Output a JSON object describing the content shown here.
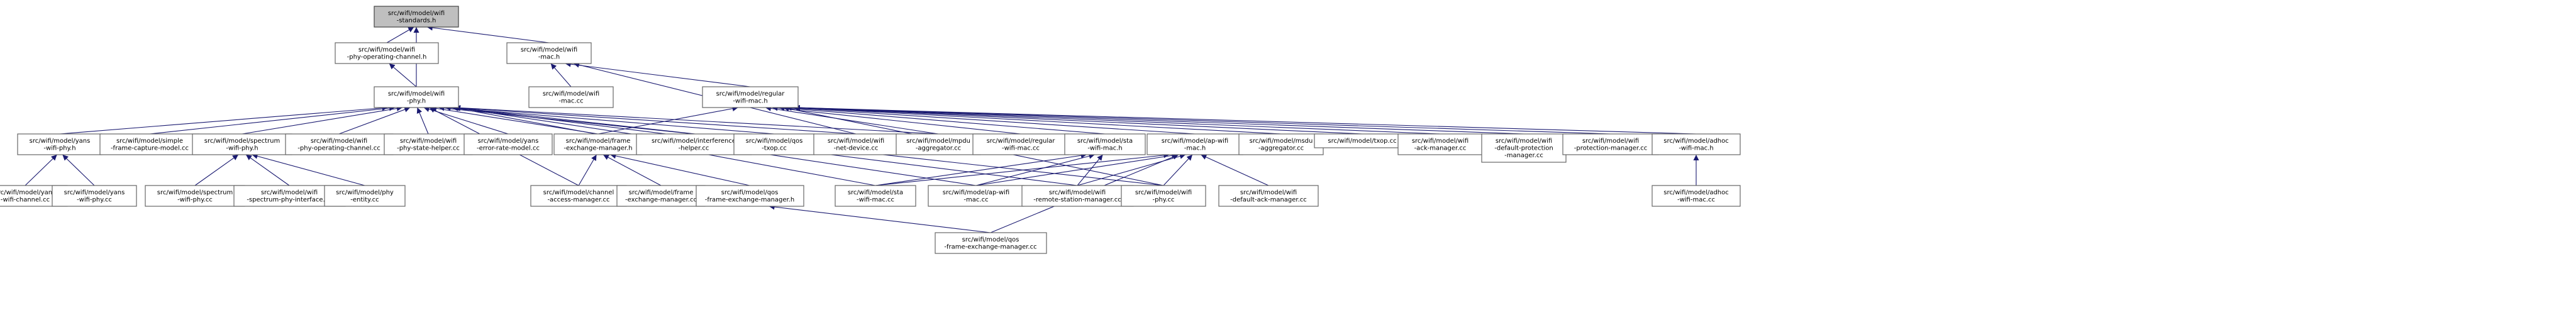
{
  "diagram": {
    "nodes": [
      {
        "id": "standards",
        "lines": [
          "src/wifi/model/wifi",
          "-standards.h"
        ],
        "root": true
      },
      {
        "id": "phy_op_ch_h",
        "lines": [
          "src/wifi/model/wifi",
          "-phy-operating-channel.h"
        ]
      },
      {
        "id": "wifi_mac_h",
        "lines": [
          "src/wifi/model/wifi",
          "-mac.h"
        ]
      },
      {
        "id": "wifi_phy_h",
        "lines": [
          "src/wifi/model/wifi",
          "-phy.h"
        ]
      },
      {
        "id": "wifi_mac_cc",
        "lines": [
          "src/wifi/model/wifi",
          "-mac.cc"
        ]
      },
      {
        "id": "regular_h",
        "lines": [
          "src/wifi/model/regular",
          "-wifi-mac.h"
        ]
      },
      {
        "id": "yans_h",
        "lines": [
          "src/wifi/model/yans",
          "-wifi-phy.h"
        ]
      },
      {
        "id": "simple_cc",
        "lines": [
          "src/wifi/model/simple",
          "-frame-capture-model.cc"
        ]
      },
      {
        "id": "spectrum_h",
        "lines": [
          "src/wifi/model/spectrum",
          "-wifi-phy.h"
        ]
      },
      {
        "id": "phy_op_ch_cc",
        "lines": [
          "src/wifi/model/wifi",
          "-phy-operating-channel.cc"
        ]
      },
      {
        "id": "phy_state_cc",
        "lines": [
          "src/wifi/model/wifi",
          "-phy-state-helper.cc"
        ]
      },
      {
        "id": "yans_err_cc",
        "lines": [
          "src/wifi/model/yans",
          "-error-rate-model.cc"
        ]
      },
      {
        "id": "fem_h",
        "lines": [
          "src/wifi/model/frame",
          "-exchange-manager.h"
        ]
      },
      {
        "id": "interf_cc",
        "lines": [
          "src/wifi/model/interference",
          "-helper.cc"
        ]
      },
      {
        "id": "qos_txop_cc",
        "lines": [
          "src/wifi/model/qos",
          "-txop.cc"
        ]
      },
      {
        "id": "net_dev_cc",
        "lines": [
          "src/wifi/model/wifi",
          "-net-device.cc"
        ]
      },
      {
        "id": "mpdu_agg_cc",
        "lines": [
          "src/wifi/model/mpdu",
          "-aggregator.cc"
        ]
      },
      {
        "id": "regular_cc",
        "lines": [
          "src/wifi/model/regular",
          "-wifi-mac.cc"
        ]
      },
      {
        "id": "sta_h",
        "lines": [
          "src/wifi/model/sta",
          "-wifi-mac.h"
        ]
      },
      {
        "id": "ap_h",
        "lines": [
          "src/wifi/model/ap-wifi",
          "-mac.h"
        ]
      },
      {
        "id": "msdu_agg_cc",
        "lines": [
          "src/wifi/model/msdu",
          "-aggregator.cc"
        ]
      },
      {
        "id": "txop_cc",
        "lines": [
          "src/wifi/model/txop.cc"
        ]
      },
      {
        "id": "ack_mgr_cc",
        "lines": [
          "src/wifi/model/wifi",
          "-ack-manager.cc"
        ]
      },
      {
        "id": "def_prot_cc",
        "lines": [
          "src/wifi/model/wifi",
          "-default-protection",
          "-manager.cc"
        ]
      },
      {
        "id": "prot_mgr_cc",
        "lines": [
          "src/wifi/model/wifi",
          "-protection-manager.cc"
        ]
      },
      {
        "id": "adhoc_h",
        "lines": [
          "src/wifi/model/adhoc",
          "-wifi-mac.h"
        ]
      },
      {
        "id": "yans_ch_cc",
        "lines": [
          "src/wifi/model/yans",
          "-wifi-channel.cc"
        ]
      },
      {
        "id": "yans_phy_cc",
        "lines": [
          "src/wifi/model/yans",
          "-wifi-phy.cc"
        ]
      },
      {
        "id": "spectrum_cc",
        "lines": [
          "src/wifi/model/spectrum",
          "-wifi-phy.cc"
        ]
      },
      {
        "id": "spectrum_if_cc",
        "lines": [
          "src/wifi/model/wifi",
          "-spectrum-phy-interface.cc"
        ]
      },
      {
        "id": "phy_entity_cc",
        "lines": [
          "src/wifi/model/phy",
          "-entity.cc"
        ]
      },
      {
        "id": "ch_access_cc",
        "lines": [
          "src/wifi/model/channel",
          "-access-manager.cc"
        ]
      },
      {
        "id": "fem_cc",
        "lines": [
          "src/wifi/model/frame",
          "-exchange-manager.cc"
        ]
      },
      {
        "id": "qos_fem_h",
        "lines": [
          "src/wifi/model/qos",
          "-frame-exchange-manager.h"
        ]
      },
      {
        "id": "sta_cc",
        "lines": [
          "src/wifi/model/sta",
          "-wifi-mac.cc"
        ]
      },
      {
        "id": "ap_cc",
        "lines": [
          "src/wifi/model/ap-wifi",
          "-mac.cc"
        ]
      },
      {
        "id": "rsm_cc",
        "lines": [
          "src/wifi/model/wifi",
          "-remote-station-manager.cc"
        ]
      },
      {
        "id": "wifi_phy_cc",
        "lines": [
          "src/wifi/model/wifi",
          "-phy.cc"
        ]
      },
      {
        "id": "def_ack_cc",
        "lines": [
          "src/wifi/model/wifi",
          "-default-ack-manager.cc"
        ]
      },
      {
        "id": "adhoc_cc",
        "lines": [
          "src/wifi/model/adhoc",
          "-wifi-mac.cc"
        ]
      },
      {
        "id": "qos_fem_cc",
        "lines": [
          "src/wifi/model/qos",
          "-frame-exchange-manager.cc"
        ]
      }
    ],
    "edges": [
      [
        "standards",
        "phy_op_ch_h"
      ],
      [
        "standards",
        "wifi_phy_h"
      ],
      [
        "standards",
        "wifi_mac_h"
      ],
      [
        "phy_op_ch_h",
        "wifi_phy_h"
      ],
      [
        "wifi_mac_h",
        "net_dev_cc"
      ],
      [
        "wifi_mac_h",
        "wifi_mac_cc"
      ],
      [
        "wifi_mac_h",
        "regular_h"
      ],
      [
        "wifi_phy_h",
        "yans_h"
      ],
      [
        "wifi_phy_h",
        "simple_cc"
      ],
      [
        "wifi_phy_h",
        "spectrum_h"
      ],
      [
        "wifi_phy_h",
        "phy_op_ch_cc"
      ],
      [
        "wifi_phy_h",
        "phy_state_cc"
      ],
      [
        "wifi_phy_h",
        "yans_err_cc"
      ],
      [
        "wifi_phy_h",
        "fem_h"
      ],
      [
        "wifi_phy_h",
        "interf_cc"
      ],
      [
        "wifi_phy_h",
        "qos_txop_cc"
      ],
      [
        "wifi_phy_h",
        "net_dev_cc"
      ],
      [
        "wifi_phy_h",
        "mpdu_agg_cc"
      ],
      [
        "wifi_phy_h",
        "ch_access_cc"
      ],
      [
        "wifi_phy_h",
        "sta_cc"
      ],
      [
        "wifi_phy_h",
        "ap_cc"
      ],
      [
        "wifi_phy_h",
        "rsm_cc"
      ],
      [
        "wifi_phy_h",
        "wifi_phy_cc"
      ],
      [
        "regular_h",
        "fem_h"
      ],
      [
        "regular_h",
        "mpdu_agg_cc"
      ],
      [
        "regular_h",
        "regular_cc"
      ],
      [
        "regular_h",
        "sta_h"
      ],
      [
        "regular_h",
        "ap_h"
      ],
      [
        "regular_h",
        "msdu_agg_cc"
      ],
      [
        "regular_h",
        "txop_cc"
      ],
      [
        "regular_h",
        "ack_mgr_cc"
      ],
      [
        "regular_h",
        "def_prot_cc"
      ],
      [
        "regular_h",
        "prot_mgr_cc"
      ],
      [
        "regular_h",
        "adhoc_h"
      ],
      [
        "regular_h",
        "wifi_phy_cc"
      ],
      [
        "yans_h",
        "yans_ch_cc"
      ],
      [
        "yans_h",
        "yans_phy_cc"
      ],
      [
        "spectrum_h",
        "spectrum_cc"
      ],
      [
        "spectrum_h",
        "spectrum_if_cc"
      ],
      [
        "spectrum_h",
        "phy_entity_cc"
      ],
      [
        "fem_h",
        "ch_access_cc"
      ],
      [
        "fem_h",
        "fem_cc"
      ],
      [
        "fem_h",
        "qos_fem_h"
      ],
      [
        "sta_h",
        "sta_cc"
      ],
      [
        "sta_h",
        "rsm_cc"
      ],
      [
        "sta_h",
        "ap_cc"
      ],
      [
        "ap_h",
        "ap_cc"
      ],
      [
        "ap_h",
        "rsm_cc"
      ],
      [
        "ap_h",
        "wifi_phy_cc"
      ],
      [
        "ap_h",
        "def_ack_cc"
      ],
      [
        "ap_h",
        "qos_fem_cc"
      ],
      [
        "ap_h",
        "sta_cc"
      ],
      [
        "qos_fem_h",
        "qos_fem_cc"
      ],
      [
        "adhoc_h",
        "adhoc_cc"
      ]
    ]
  }
}
